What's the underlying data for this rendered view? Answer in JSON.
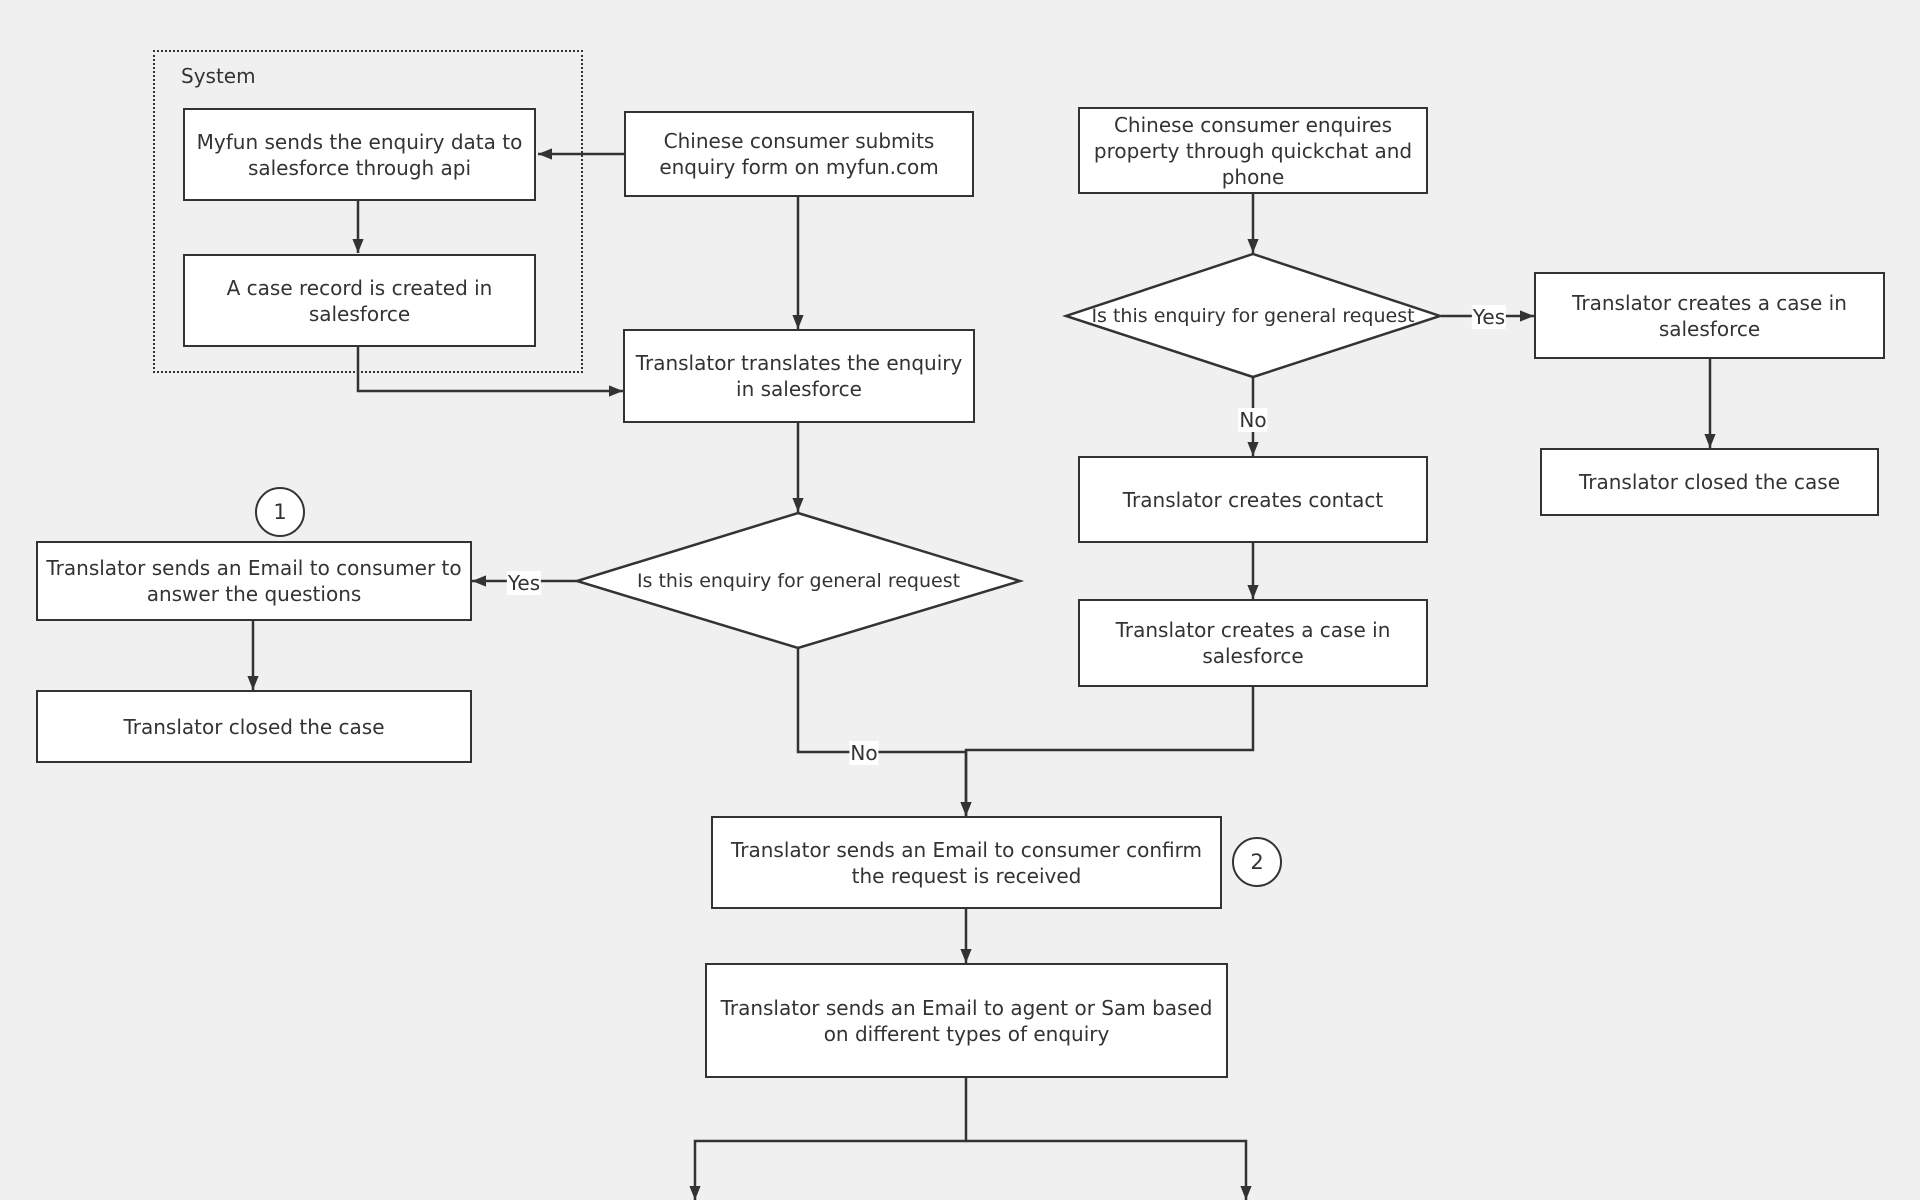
{
  "system_group": {
    "label": "System"
  },
  "nodes": {
    "myfun_sends": "Myfun sends the enquiry data to salesforce through api",
    "case_record_created": "A case record is created in salesforce",
    "consumer_submits_form": "Chinese consumer submits enquiry form on myfun.com",
    "translator_translates": "Translator translates the enquiry in salesforce",
    "email_answer_questions": "Translator sends an Email to consumer to answer the questions",
    "closed_case_left": "Translator closed the case",
    "consumer_enquires_quickchat": "Chinese consumer enquires property through quickchat and phone",
    "creates_case_right": "Translator creates a case in salesforce",
    "closed_case_right": "Translator closed the case",
    "creates_contact": "Translator creates contact",
    "creates_case_middle": "Translator creates a case in salesforce",
    "email_confirm_received": "Translator sends an Email to consumer confirm the request is received",
    "email_agent_or_sam": "Translator sends an Email to agent or Sam based on different types of enquiry"
  },
  "decisions": {
    "general_request_left": "Is this enquiry for general request",
    "general_request_right": "Is this enquiry for general request"
  },
  "edge_labels": {
    "yes_left": "Yes",
    "no_left": "No",
    "yes_right": "Yes",
    "no_right": "No"
  },
  "markers": {
    "marker_1": "1",
    "marker_2": "2"
  }
}
